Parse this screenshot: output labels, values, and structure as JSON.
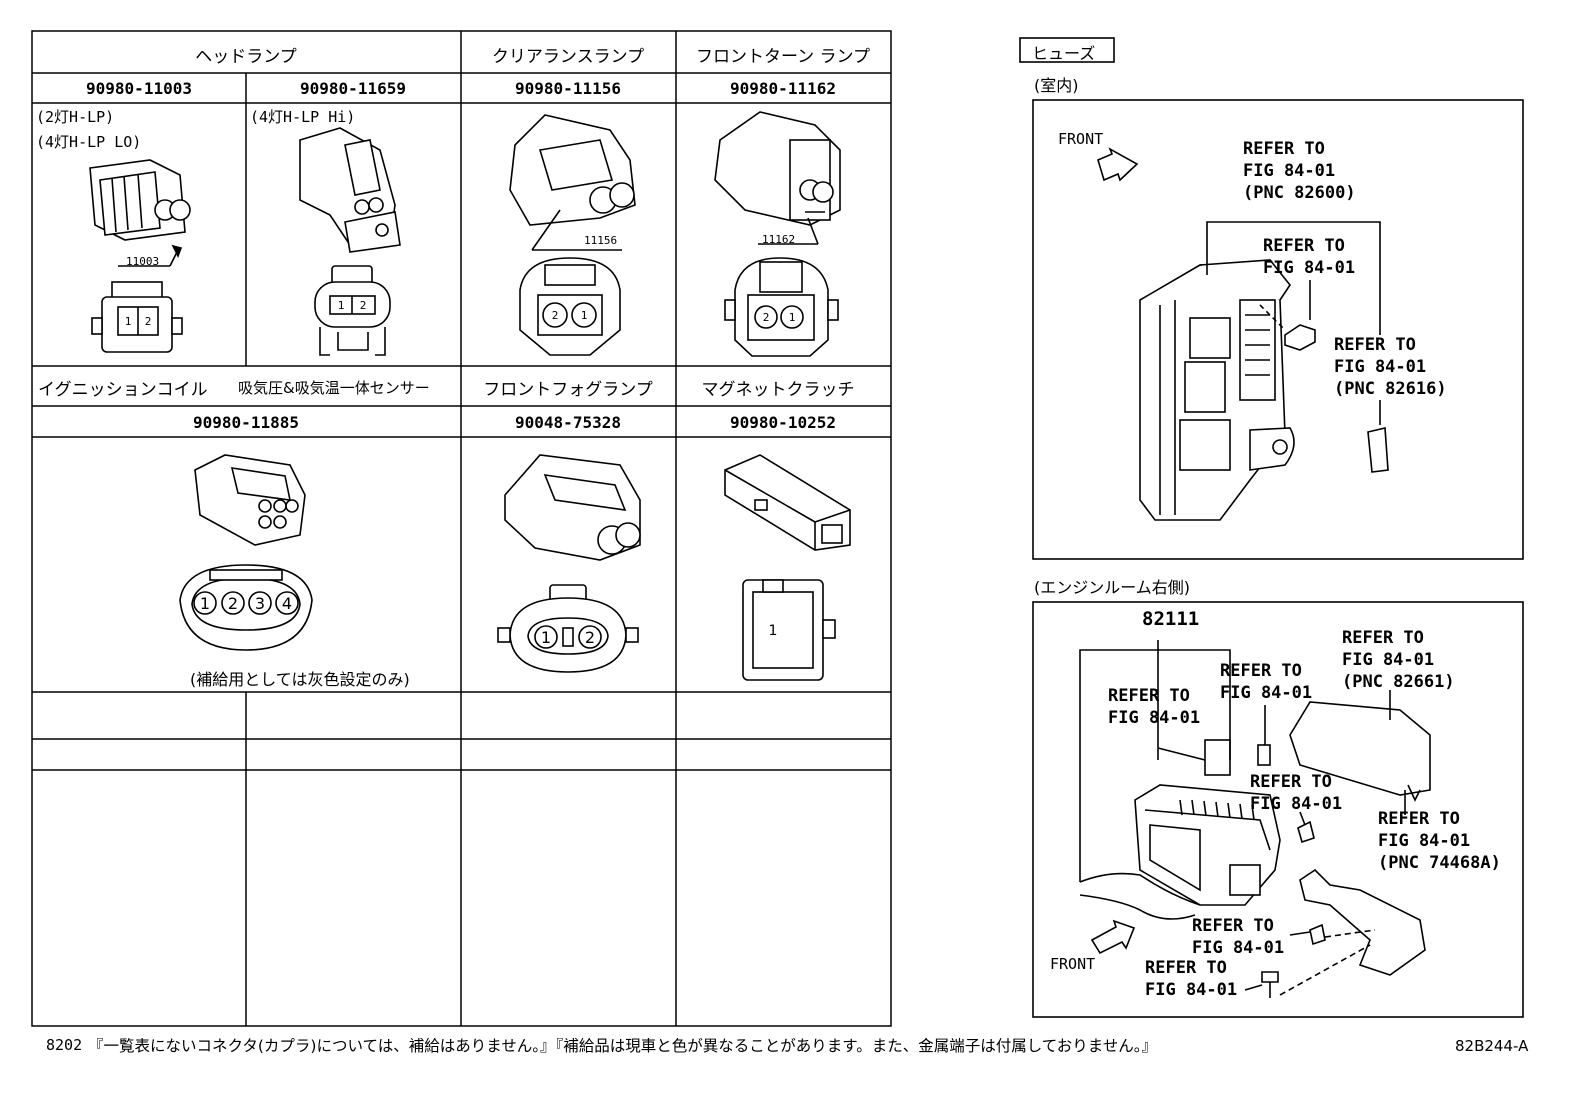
{
  "table": {
    "headers_row1": {
      "headlamp": "ヘッドランプ",
      "clearance": "クリアランスランプ",
      "front_turn": "フロントターン ランプ"
    },
    "pn_row1": [
      "90980-11003",
      "90980-11659",
      "90980-11156",
      "90980-11162"
    ],
    "notes_row1": {
      "c1_line1": "(2灯H-LP)",
      "c1_line2": "(4灯H-LP LO)",
      "c2_line1": "(4灯H-LP Hi)"
    },
    "callouts_row1": [
      "11003",
      "11156",
      "11162"
    ],
    "pins": {
      "c1": [
        "1",
        "2"
      ],
      "c2": [
        "1",
        "2"
      ],
      "c3": [
        "2",
        "1"
      ],
      "c4": [
        "2",
        "1"
      ],
      "coil": [
        "1",
        "2",
        "3",
        "4"
      ],
      "fog": [
        "1",
        "2"
      ],
      "clutch": [
        "1"
      ]
    },
    "headers_row2": {
      "ignition": "イグニッションコイル",
      "sensor": "吸気圧&吸気温一体センサー",
      "fog": "フロントフォグランプ",
      "clutch": "マグネットクラッチ"
    },
    "pn_row2": [
      "90980-11885",
      "90048-75328",
      "90980-10252"
    ],
    "note_row2": "(補給用としては灰色設定のみ)"
  },
  "fuse": {
    "title": "ヒューズ",
    "interior_label": "(室内)",
    "engine_label": "(エンジンルーム右側)",
    "front_label": "FRONT",
    "part_number": "82111",
    "interior_refs": [
      "REFER TO\nFIG 84-01\n(PNC 82600)",
      "REFER TO\nFIG 84-01",
      "REFER TO\nFIG 84-01\n(PNC 82616)"
    ],
    "engine_refs": [
      "REFER TO\nFIG 84-01\n(PNC 82661)",
      "REFER TO\nFIG 84-01",
      "REFER TO\nFIG 84-01",
      "REFER TO\nFIG 84-01",
      "REFER TO\nFIG 84-01\n(PNC 74468A)",
      "REFER TO\nFIG 84-01",
      "REFER TO\nFIG 84-01"
    ]
  },
  "footer": {
    "page": "8202",
    "text": "『一覧表にないコネクタ(カプラ)については、補給はありません。』『補給品は現車と色が異なることがあります。また、金属端子は付属しておりません。』",
    "code": "82B244-A"
  }
}
